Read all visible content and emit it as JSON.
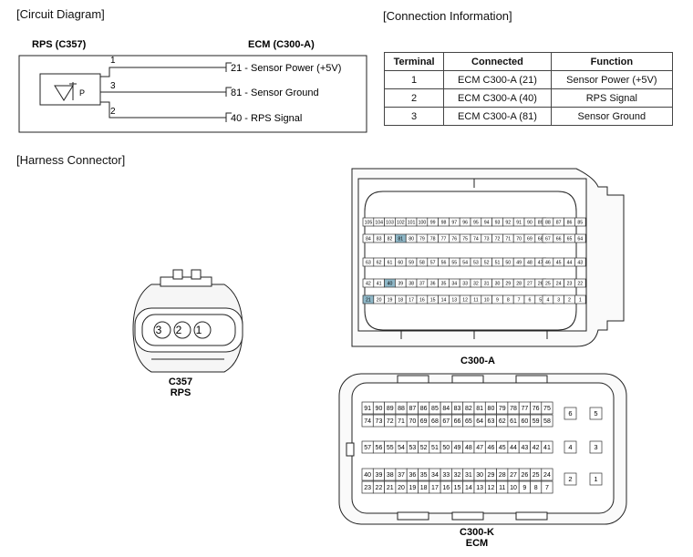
{
  "sections": {
    "circuit": "[Circuit Diagram]",
    "connection": "[Connection Information]",
    "harness": "[Harness Connector]"
  },
  "circuit": {
    "rps_label": "RPS (C357)",
    "ecm_label": "ECM (C300-A)",
    "pins": [
      "1",
      "3",
      "2"
    ],
    "sensor_letter": "P",
    "lines": [
      "21 - Sensor Power (+5V)",
      "81 - Sensor Ground",
      "40 - RPS Signal"
    ]
  },
  "table": {
    "headers": [
      "Terminal",
      "Connected",
      "Function"
    ],
    "rows": [
      [
        "1",
        "ECM C300-A (21)",
        "Sensor Power (+5V)"
      ],
      [
        "2",
        "ECM C300-A (40)",
        "RPS Signal"
      ],
      [
        "3",
        "ECM C300-A (81)",
        "Sensor Ground"
      ]
    ]
  },
  "c357": {
    "pins": [
      "3",
      "2",
      "1"
    ],
    "name": "C357",
    "sub": "RPS"
  },
  "c300a": {
    "name": "C300-A",
    "highlight": [
      "81",
      "40",
      "21"
    ],
    "highlight_color": "#8fb8c8",
    "rows": [
      {
        "left": [
          "105",
          "104",
          "103",
          "102",
          "101",
          "100",
          "99",
          "98",
          "97",
          "96",
          "95",
          "94",
          "93",
          "92",
          "91",
          "90",
          "89"
        ],
        "right": [
          "88",
          "87",
          "86",
          "85"
        ]
      },
      {
        "left": [
          "84",
          "83",
          "82",
          "81",
          "80",
          "79",
          "78",
          "77",
          "76",
          "75",
          "74",
          "73",
          "72",
          "71",
          "70",
          "69",
          "68"
        ],
        "right": [
          "67",
          "66",
          "65",
          "64"
        ]
      },
      {
        "left": [
          "63",
          "62",
          "61",
          "60",
          "59",
          "58",
          "57",
          "56",
          "55",
          "54",
          "53",
          "52",
          "51",
          "50",
          "49",
          "48",
          "47"
        ],
        "right": [
          "46",
          "45",
          "44",
          "43"
        ]
      },
      {
        "left": [
          "42",
          "41",
          "40",
          "39",
          "38",
          "37",
          "36",
          "35",
          "34",
          "33",
          "32",
          "31",
          "30",
          "29",
          "28",
          "27",
          "26"
        ],
        "right": [
          "25",
          "24",
          "23",
          "22"
        ]
      },
      {
        "left": [
          "21",
          "20",
          "19",
          "18",
          "17",
          "16",
          "15",
          "14",
          "13",
          "12",
          "11",
          "10",
          "9",
          "8",
          "7",
          "6",
          "5"
        ],
        "right": [
          "4",
          "3",
          "2",
          "1"
        ]
      }
    ]
  },
  "c300k": {
    "name": "C300-K",
    "sub": "ECM",
    "rows": [
      [
        "91",
        "90",
        "89",
        "88",
        "87",
        "86",
        "85",
        "84",
        "83",
        "82",
        "81",
        "80",
        "79",
        "78",
        "77",
        "76",
        "75"
      ],
      [
        "74",
        "73",
        "72",
        "71",
        "70",
        "69",
        "68",
        "67",
        "66",
        "65",
        "64",
        "63",
        "62",
        "61",
        "60",
        "59",
        "58"
      ],
      [
        "57",
        "56",
        "55",
        "54",
        "53",
        "52",
        "51",
        "50",
        "49",
        "48",
        "47",
        "46",
        "45",
        "44",
        "43",
        "42",
        "41"
      ],
      [
        "40",
        "39",
        "38",
        "37",
        "36",
        "35",
        "34",
        "33",
        "32",
        "31",
        "30",
        "29",
        "28",
        "27",
        "26",
        "25",
        "24"
      ],
      [
        "23",
        "22",
        "21",
        "20",
        "19",
        "18",
        "17",
        "16",
        "15",
        "14",
        "13",
        "12",
        "11",
        "10",
        "9",
        "8",
        "7"
      ]
    ],
    "side": [
      [
        "6",
        "5"
      ],
      [
        "4",
        "3"
      ],
      [
        "2",
        "1"
      ]
    ]
  }
}
